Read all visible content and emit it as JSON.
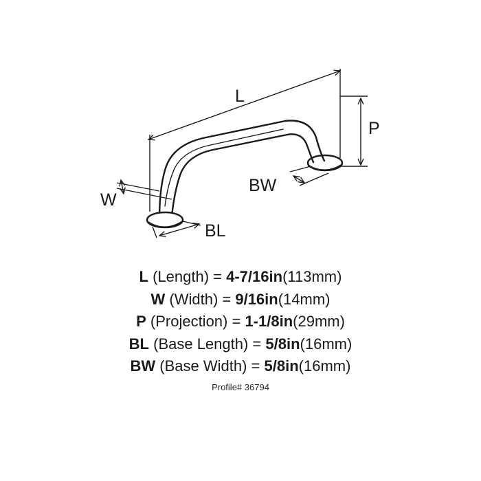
{
  "diagram": {
    "labels": {
      "length": "L",
      "projection": "P",
      "width": "W",
      "base_width": "BW",
      "base_length": "BL"
    }
  },
  "specs": [
    {
      "code": "L",
      "name": " (Length) = ",
      "value": "4-7/16in",
      "metric": "(113mm)"
    },
    {
      "code": "W",
      "name": " (Width) = ",
      "value": "9/16in",
      "metric": "(14mm)"
    },
    {
      "code": "P",
      "name": " (Projection) = ",
      "value": "1-1/8in",
      "metric": "(29mm)"
    },
    {
      "code": "BL",
      "name": " (Base Length) = ",
      "value": "5/8in",
      "metric": "(16mm)"
    },
    {
      "code": "BW",
      "name": " (Base Width) = ",
      "value": "5/8in",
      "metric": "(16mm)"
    }
  ],
  "profile": "Profile# 36794"
}
